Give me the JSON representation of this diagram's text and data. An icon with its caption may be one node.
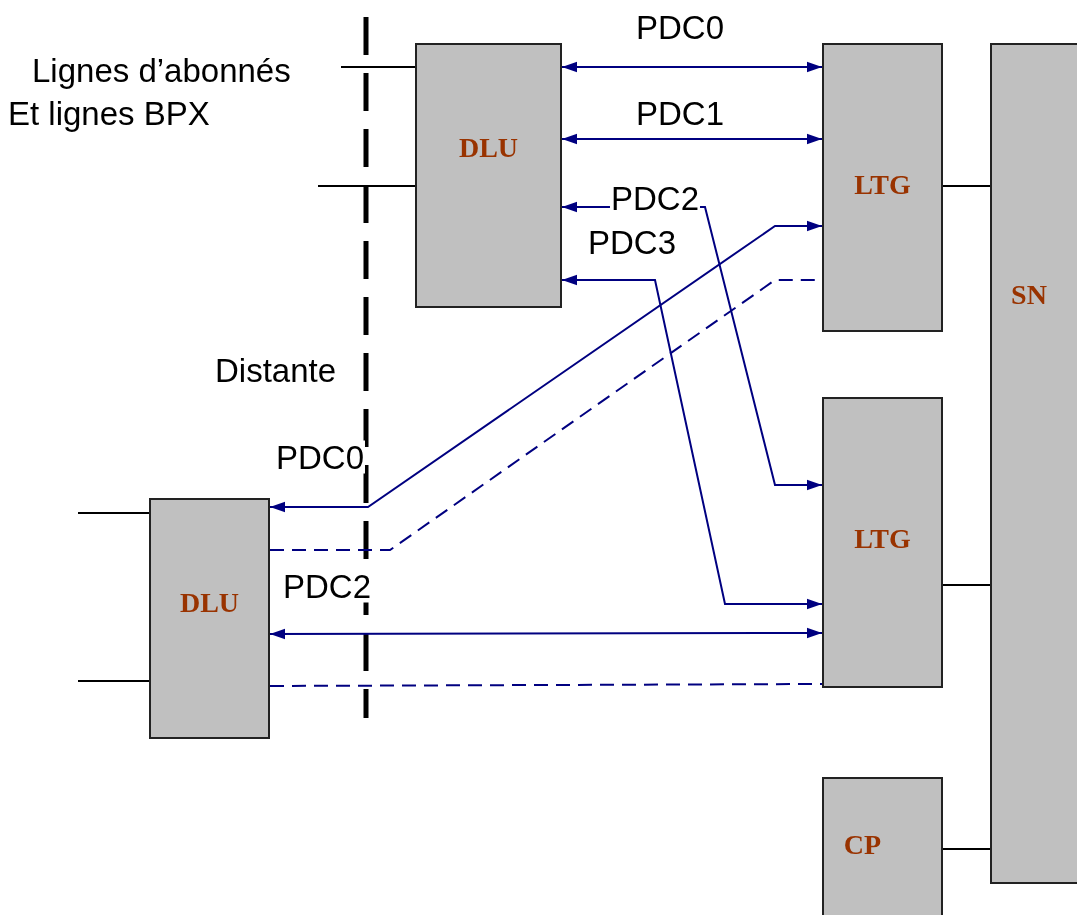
{
  "diagram": {
    "nodes": [
      {
        "text": [
          "DLU"
        ]
      },
      {
        "text": [
          "LTG"
        ]
      },
      {
        "text": [
          "SN"
        ]
      },
      {
        "text": [
          "LTG"
        ]
      },
      {
        "text": [
          "CP"
        ]
      },
      {
        "text": [
          "DLU"
        ]
      }
    ],
    "edges": [
      {
        "from": 0,
        "to": 1,
        "arrow": "both",
        "label": "PDC0"
      },
      {
        "from": 0,
        "to": 1,
        "arrow": "both",
        "label": "PDC1"
      },
      {
        "from": 0,
        "to": 3,
        "arrow": "both",
        "label": "PDC2"
      },
      {
        "from": 0,
        "to": 3,
        "arrow": "both",
        "label": "PDC3"
      },
      {
        "from": 5,
        "to": 1,
        "arrow": "both",
        "label": "PDC0"
      },
      {
        "from": 5,
        "to": 1,
        "arrow": "none",
        "style": "dashed"
      },
      {
        "from": 5,
        "to": 3,
        "arrow": "both",
        "label": "PDC2"
      },
      {
        "from": 5,
        "to": 3,
        "arrow": "none",
        "style": "dashed"
      },
      {
        "from": 1,
        "to": 2,
        "arrow": "none",
        "color": "#000000"
      },
      {
        "from": 3,
        "to": 2,
        "arrow": "none",
        "color": "#000000"
      },
      {
        "from": 4,
        "to": 2,
        "arrow": "none",
        "color": "#000000"
      },
      {
        "from": null,
        "to": 0,
        "arrow": "none",
        "color": "#000000"
      },
      {
        "from": null,
        "to": 0,
        "arrow": "none",
        "color": "#000000"
      },
      {
        "from": null,
        "to": 5,
        "arrow": "none",
        "color": "#000000"
      },
      {
        "from": null,
        "to": 5,
        "arrow": "none",
        "color": "#000000"
      }
    ],
    "labels": [
      "Lignes d’abonnés",
      "Et lignes BPX",
      "Distante"
    ]
  }
}
